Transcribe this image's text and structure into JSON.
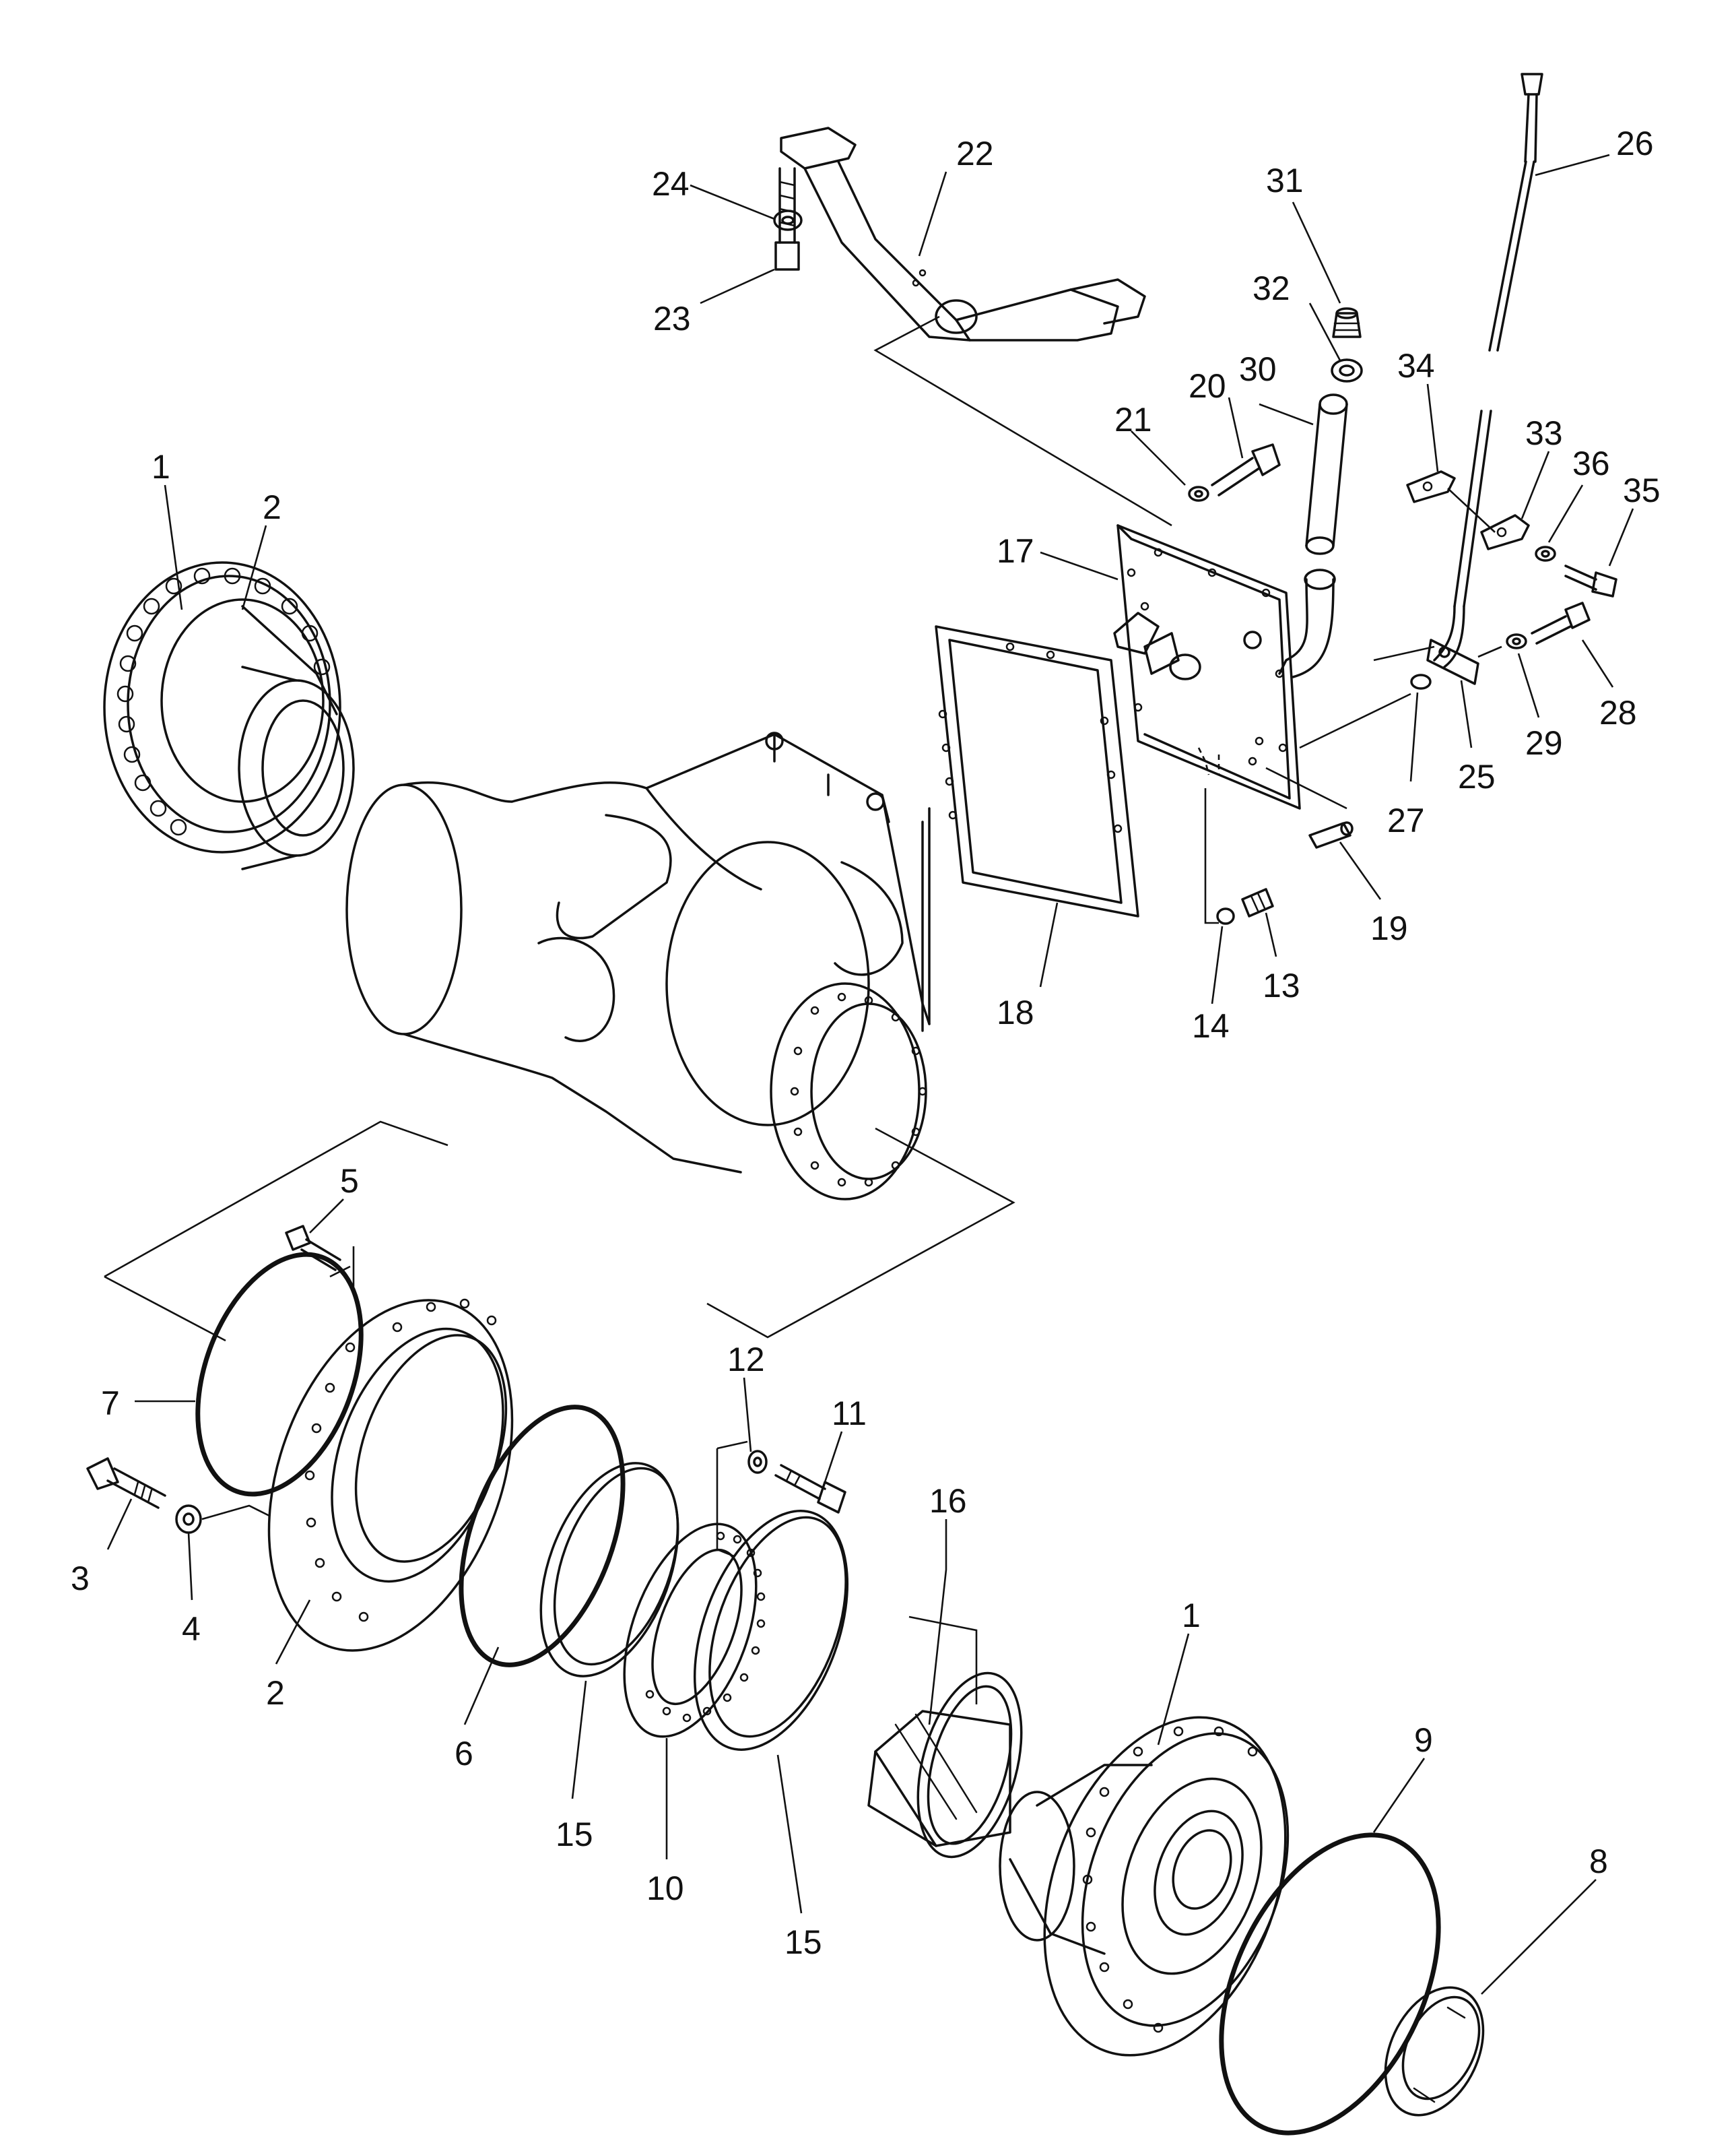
{
  "callouts": [
    {
      "id": "c1-top",
      "text": "1"
    },
    {
      "id": "c2-top",
      "text": "2"
    },
    {
      "id": "c22",
      "text": "22"
    },
    {
      "id": "c24",
      "text": "24"
    },
    {
      "id": "c23",
      "text": "23"
    },
    {
      "id": "c31",
      "text": "31"
    },
    {
      "id": "c26",
      "text": "26"
    },
    {
      "id": "c32",
      "text": "32"
    },
    {
      "id": "c30",
      "text": "30"
    },
    {
      "id": "c34",
      "text": "34"
    },
    {
      "id": "c20",
      "text": "20"
    },
    {
      "id": "c21",
      "text": "21"
    },
    {
      "id": "c33",
      "text": "33"
    },
    {
      "id": "c36",
      "text": "36"
    },
    {
      "id": "c35",
      "text": "35"
    },
    {
      "id": "c17",
      "text": "17"
    },
    {
      "id": "c28",
      "text": "28"
    },
    {
      "id": "c29",
      "text": "29"
    },
    {
      "id": "c25",
      "text": "25"
    },
    {
      "id": "c27",
      "text": "27"
    },
    {
      "id": "c19",
      "text": "19"
    },
    {
      "id": "c13",
      "text": "13"
    },
    {
      "id": "c14",
      "text": "14"
    },
    {
      "id": "c18",
      "text": "18"
    },
    {
      "id": "c5",
      "text": "5"
    },
    {
      "id": "c7",
      "text": "7"
    },
    {
      "id": "c3",
      "text": "3"
    },
    {
      "id": "c4",
      "text": "4"
    },
    {
      "id": "c2-bottom",
      "text": "2"
    },
    {
      "id": "c12",
      "text": "12"
    },
    {
      "id": "c11",
      "text": "11"
    },
    {
      "id": "c16",
      "text": "16"
    },
    {
      "id": "c6",
      "text": "6"
    },
    {
      "id": "c15-left",
      "text": "15"
    },
    {
      "id": "c10",
      "text": "10"
    },
    {
      "id": "c15-right",
      "text": "15"
    },
    {
      "id": "c1-bottom",
      "text": "1"
    },
    {
      "id": "c9",
      "text": "9"
    },
    {
      "id": "c8",
      "text": "8"
    }
  ]
}
